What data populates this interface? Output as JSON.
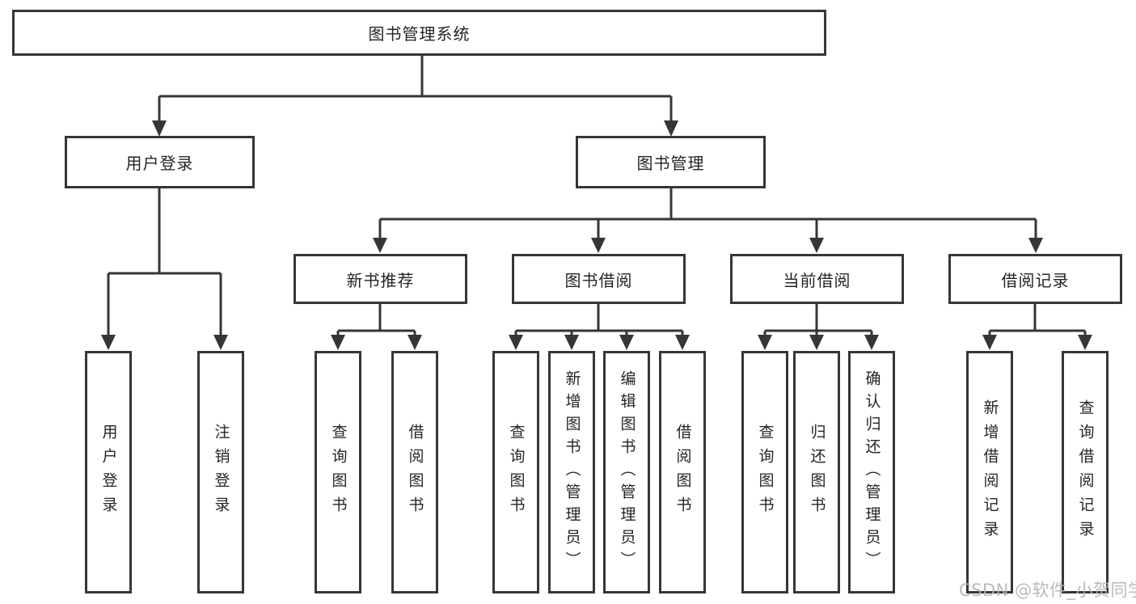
{
  "colors": {
    "line": "#363636",
    "box_border": "#363636",
    "text": "#252525",
    "watermark_text": "#b5b5b5"
  },
  "tree": {
    "root": {
      "label": "图书管理系统"
    },
    "level2": [
      {
        "label": "用户登录"
      },
      {
        "label": "图书管理"
      }
    ],
    "level3": [
      {
        "label": "新书推荐"
      },
      {
        "label": "图书借阅"
      },
      {
        "label": "当前借阅"
      },
      {
        "label": "借阅记录"
      }
    ],
    "leaves": [
      {
        "label": "用户登录"
      },
      {
        "label": "注销登录"
      },
      {
        "label": "查询图书"
      },
      {
        "label": "借阅图书"
      },
      {
        "label": "查询图书"
      },
      {
        "label": "新增图书（管理员）"
      },
      {
        "label": "编辑图书（管理员）"
      },
      {
        "label": "借阅图书"
      },
      {
        "label": "查询图书"
      },
      {
        "label": "归还图书"
      },
      {
        "label": "确认归还（管理员）"
      },
      {
        "label": "新增借阅记录"
      },
      {
        "label": "查询借阅记录"
      }
    ]
  },
  "watermark": {
    "text": "CSDN @软件_小贺同学"
  }
}
